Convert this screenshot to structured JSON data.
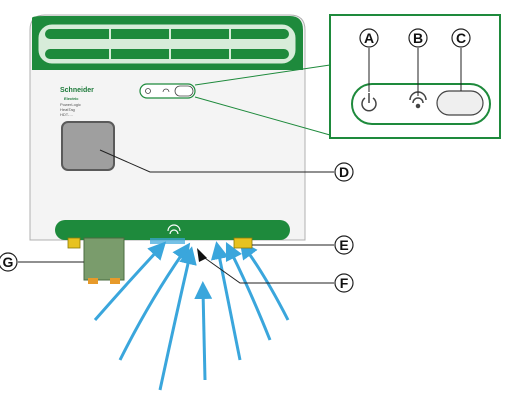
{
  "brand": {
    "logo_lines": [
      "Schneider",
      "Electric"
    ],
    "product_lines": [
      "PowerLogic",
      "HeatTag",
      "HDT-…"
    ]
  },
  "callouts": {
    "A": "A",
    "B": "B",
    "C": "C",
    "D": "D",
    "E": "E",
    "F": "F",
    "G": "G"
  },
  "colors": {
    "brand_green": "#1e8a3c",
    "housing": "#f4f4f4",
    "airflow_blue": "#3aa6dc",
    "connector_yellow": "#e7c21f",
    "terminal_green": "#7a9c6c"
  },
  "icons": [
    "power-icon",
    "wifi-icon",
    "button-icon"
  ]
}
